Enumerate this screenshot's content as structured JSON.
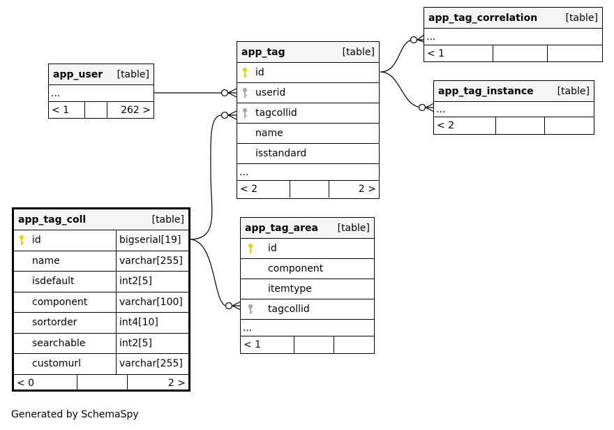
{
  "diagram": {
    "type_label": "[table]",
    "footer": "Generated by SchemaSpy",
    "key_colors": {
      "primary": "#e6d600",
      "foreign": "#aaaaaa"
    },
    "tables": {
      "app_tag_correlation": {
        "name": "app_tag_correlation",
        "ellipsis": "...",
        "footer": [
          "< 1",
          "",
          ""
        ]
      },
      "app_tag": {
        "name": "app_tag",
        "columns": [
          {
            "name": "id",
            "key": "primary"
          },
          {
            "name": "userid",
            "key": "foreign"
          },
          {
            "name": "tagcollid",
            "key": "foreign"
          },
          {
            "name": "name",
            "key": ""
          },
          {
            "name": "isstandard",
            "key": ""
          }
        ],
        "ellipsis": "...",
        "footer": [
          "< 2",
          "",
          "2 >"
        ]
      },
      "app_user": {
        "name": "app_user",
        "ellipsis": "...",
        "footer": [
          "< 1",
          "",
          "262 >"
        ]
      },
      "app_tag_instance": {
        "name": "app_tag_instance",
        "ellipsis": "...",
        "footer": [
          "< 2",
          "",
          ""
        ]
      },
      "app_tag_coll": {
        "name": "app_tag_coll",
        "columns": [
          {
            "name": "id",
            "type": "bigserial[19]",
            "key": "primary"
          },
          {
            "name": "name",
            "type": "varchar[255]",
            "key": ""
          },
          {
            "name": "isdefault",
            "type": "int2[5]",
            "key": ""
          },
          {
            "name": "component",
            "type": "varchar[100]",
            "key": ""
          },
          {
            "name": "sortorder",
            "type": "int4[10]",
            "key": ""
          },
          {
            "name": "searchable",
            "type": "int2[5]",
            "key": ""
          },
          {
            "name": "customurl",
            "type": "varchar[255]",
            "key": ""
          }
        ],
        "footer": [
          "< 0",
          "",
          "2 >"
        ]
      },
      "app_tag_area": {
        "name": "app_tag_area",
        "columns": [
          {
            "name": "id",
            "key": "primary"
          },
          {
            "name": "component",
            "key": ""
          },
          {
            "name": "itemtype",
            "key": ""
          },
          {
            "name": "tagcollid",
            "key": "foreign"
          }
        ],
        "ellipsis": "...",
        "footer": [
          "< 1",
          "",
          ""
        ]
      }
    }
  }
}
